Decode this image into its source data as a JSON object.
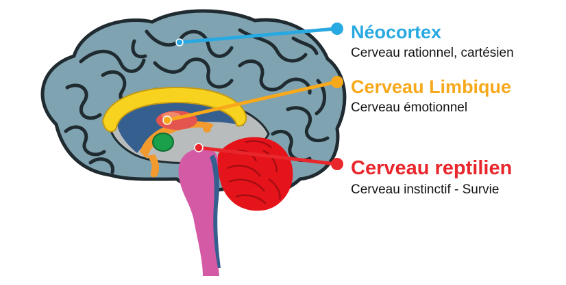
{
  "labels": {
    "neocortex": {
      "title": "Néocortex",
      "subtitle": "Cerveau rationnel, cartésien",
      "color": "#29a9e1"
    },
    "limbique": {
      "title": "Cerveau Limbique",
      "subtitle": "Cerveau émotionnel",
      "color": "#f7a81b"
    },
    "reptilien": {
      "title": "Cerveau reptilien",
      "subtitle": "Cerveau instinctif - Survie",
      "color": "#e8262c"
    }
  },
  "colors": {
    "cortex": "#7fa3b1",
    "cortex_outline": "#1f2b30",
    "corpus_callosum": "#f7d31f",
    "thalamus": "#e4554f",
    "amygdala": "#1a9f4a",
    "brainstem": "#d45aa6",
    "cerebellum": "#e5141a",
    "inner_grey": "#b9bcbd",
    "inner_blue": "#355f8f"
  }
}
